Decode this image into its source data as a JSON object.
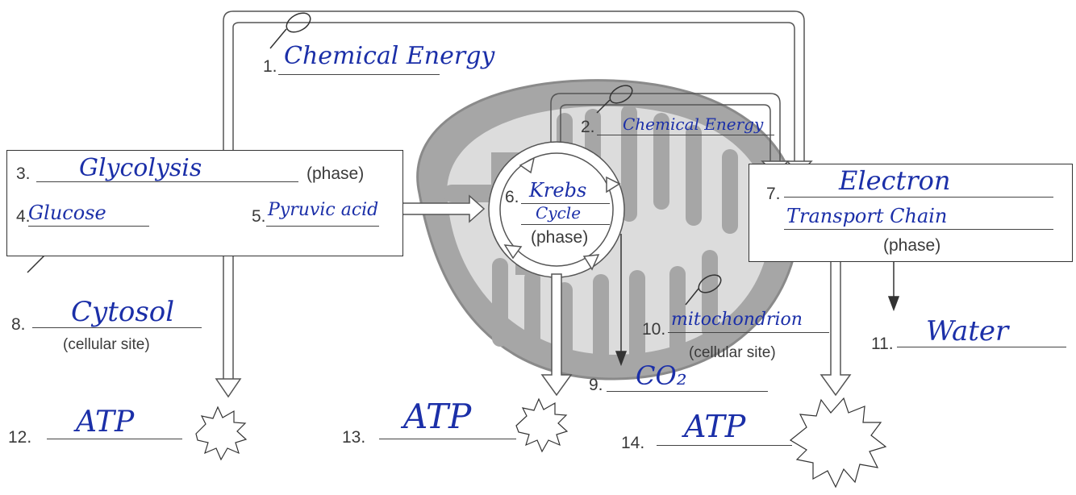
{
  "labels": {
    "n1": "1.",
    "n2": "2.",
    "n3": "3.",
    "n4": "4.",
    "n5": "5.",
    "n6": "6.",
    "n7": "7.",
    "n8": "8.",
    "n9": "9.",
    "n10": "10.",
    "n11": "11.",
    "n12": "12.",
    "n13": "13.",
    "n14": "14.",
    "phase": "(phase)",
    "cellular_site": "(cellular site)"
  },
  "answers": {
    "a1": "Chemical Energy",
    "a2": "Chemical Energy",
    "a3": "Glycolysis",
    "a4": "Glucose",
    "a5": "Pyruvic acid",
    "a6_line1": "Krebs",
    "a6_line2": "Cycle",
    "a7_line1": "Electron",
    "a7_line2": "Transport Chain",
    "a8": "Cytosol",
    "a9": "CO₂",
    "a10": "mitochondrion",
    "a11": "Water",
    "a12": "ATP",
    "a13": "ATP",
    "a14": "ATP"
  },
  "colors": {
    "ink": "#1b2fa8",
    "print": "#3a3a3a",
    "mitochondrion": "#8f8f8f"
  }
}
